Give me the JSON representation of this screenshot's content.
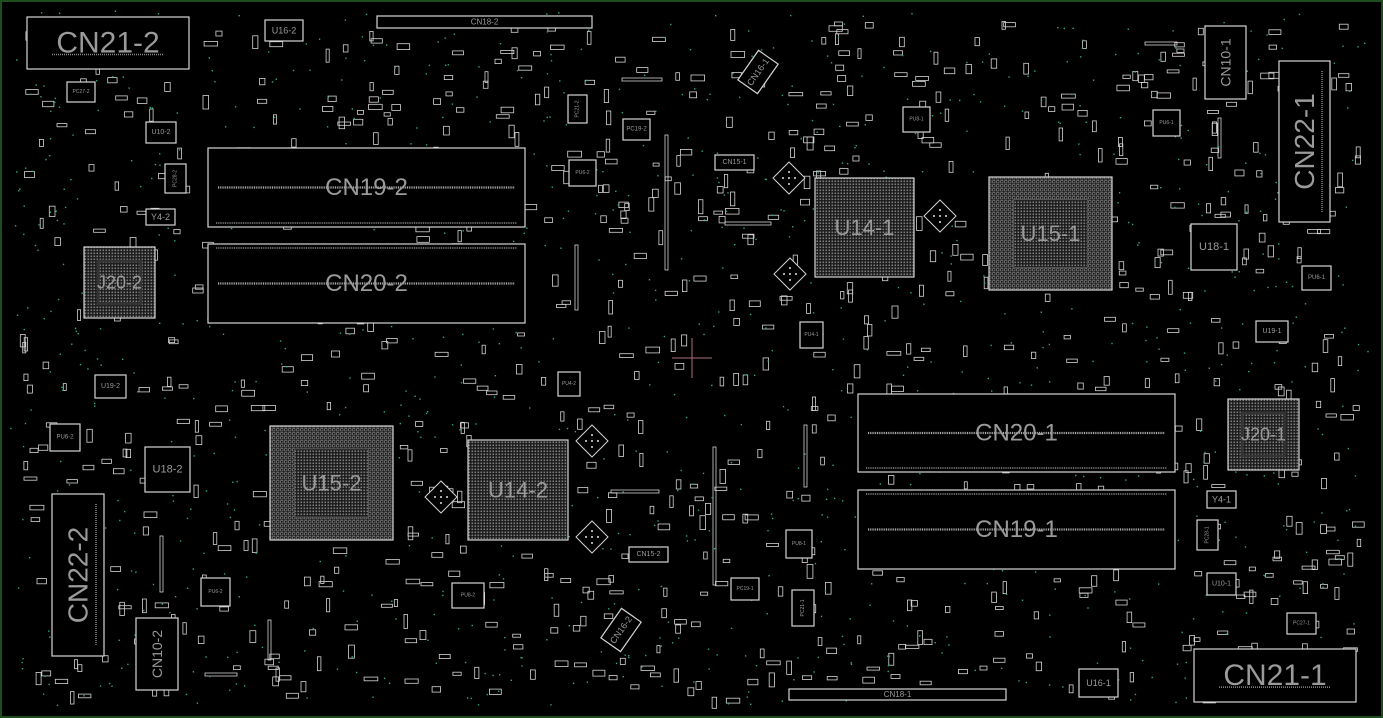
{
  "view": {
    "background": "#000000",
    "outline_color": "#d4d4d4",
    "label_color": "#9a9a9a",
    "testpoint_color": "#2fa58a",
    "border_color": "#1d4d1d",
    "crosshair_color": "#b06a86"
  },
  "components": [
    {
      "ref": "CN21-2",
      "kind": "connector"
    },
    {
      "ref": "CN18-2",
      "kind": "connector"
    },
    {
      "ref": "U16-2",
      "kind": "ic"
    },
    {
      "ref": "PC27-2",
      "kind": "ic"
    },
    {
      "ref": "U10-2",
      "kind": "ic"
    },
    {
      "ref": "PC28-2",
      "kind": "ic"
    },
    {
      "ref": "Y4-2",
      "kind": "crystal"
    },
    {
      "ref": "J20-2",
      "kind": "bga"
    },
    {
      "ref": "CN19-2",
      "kind": "dimm"
    },
    {
      "ref": "CN20-2",
      "kind": "dimm"
    },
    {
      "ref": "PC21-2",
      "kind": "ic"
    },
    {
      "ref": "PC19-2",
      "kind": "ic"
    },
    {
      "ref": "PU6-2",
      "kind": "qfn"
    },
    {
      "ref": "PU4-2",
      "kind": "qfn"
    },
    {
      "ref": "U19-2",
      "kind": "ic"
    },
    {
      "ref": "PU6-2",
      "kind": "qfn"
    },
    {
      "ref": "U18-2",
      "kind": "qfn"
    },
    {
      "ref": "CN22-2",
      "kind": "connector"
    },
    {
      "ref": "CN10-2",
      "kind": "connector"
    },
    {
      "ref": "U15-2",
      "kind": "bga"
    },
    {
      "ref": "U14-2",
      "kind": "bga"
    },
    {
      "ref": "PU6-2",
      "kind": "qfn"
    },
    {
      "ref": "PU8-2",
      "kind": "qfn"
    },
    {
      "ref": "CN15-2",
      "kind": "connector"
    },
    {
      "ref": "CN16-2",
      "kind": "connector"
    },
    {
      "ref": "CN16-1",
      "kind": "connector"
    },
    {
      "ref": "CN15-1",
      "kind": "connector"
    },
    {
      "ref": "PU8-1",
      "kind": "qfn"
    },
    {
      "ref": "PU6-1",
      "kind": "qfn"
    },
    {
      "ref": "CN10-1",
      "kind": "connector"
    },
    {
      "ref": "CN22-1",
      "kind": "connector"
    },
    {
      "ref": "U14-1",
      "kind": "bga"
    },
    {
      "ref": "U15-1",
      "kind": "bga"
    },
    {
      "ref": "U18-1",
      "kind": "qfn"
    },
    {
      "ref": "PU6-1",
      "kind": "qfn"
    },
    {
      "ref": "PU4-1",
      "kind": "qfn"
    },
    {
      "ref": "U19-1",
      "kind": "ic"
    },
    {
      "ref": "CN20-1",
      "kind": "dimm"
    },
    {
      "ref": "CN19-1",
      "kind": "dimm"
    },
    {
      "ref": "J20-1",
      "kind": "bga"
    },
    {
      "ref": "Y4-1",
      "kind": "crystal"
    },
    {
      "ref": "PC28-1",
      "kind": "ic"
    },
    {
      "ref": "U10-1",
      "kind": "ic"
    },
    {
      "ref": "PC27-1",
      "kind": "ic"
    },
    {
      "ref": "CN21-1",
      "kind": "connector"
    },
    {
      "ref": "CN18-1",
      "kind": "connector"
    },
    {
      "ref": "U16-1",
      "kind": "ic"
    },
    {
      "ref": "PU8-1",
      "kind": "qfn"
    },
    {
      "ref": "PC19-1",
      "kind": "ic"
    },
    {
      "ref": "PC21-1",
      "kind": "ic"
    }
  ]
}
